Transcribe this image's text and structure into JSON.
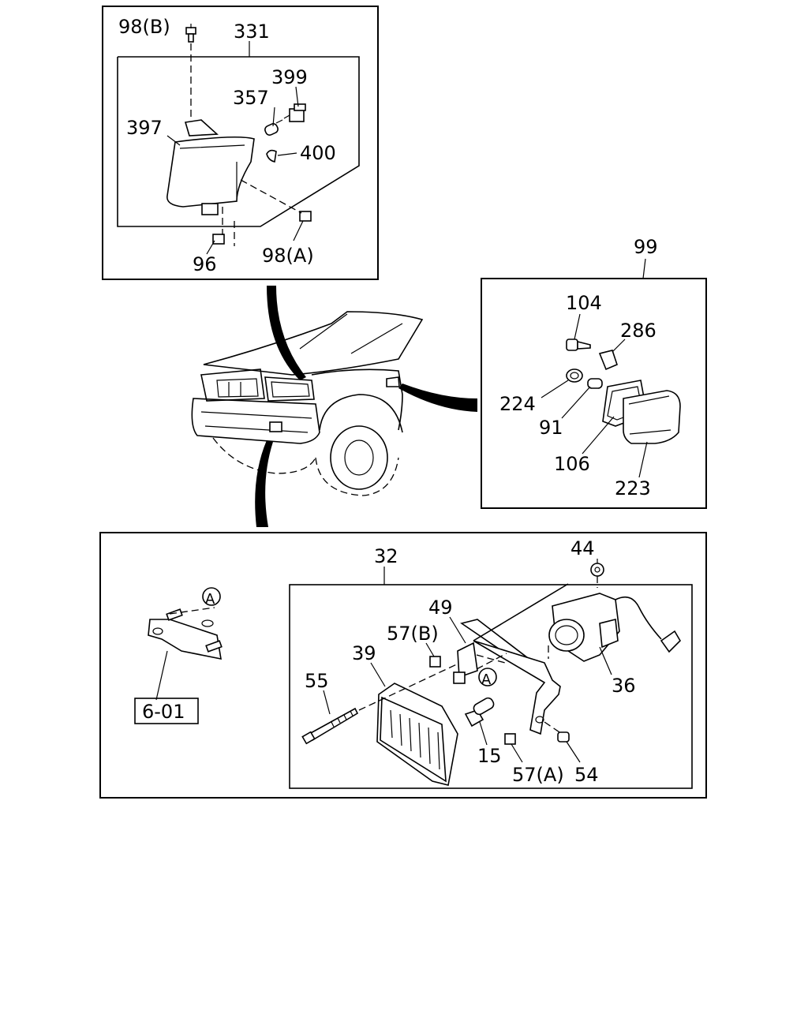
{
  "callouts": {
    "c98b": "98(B)",
    "c331": "331",
    "c399": "399",
    "c357": "357",
    "c397": "397",
    "c400": "400",
    "c96": "96",
    "c98a": "98(A)",
    "c99": "99",
    "c104": "104",
    "c286": "286",
    "c224": "224",
    "c91": "91",
    "c106": "106",
    "c223": "223",
    "c32": "32",
    "c44": "44",
    "c49": "49",
    "c57b": "57(B)",
    "c39": "39",
    "c55": "55",
    "c36": "36",
    "c15": "15",
    "c57a": "57(A)",
    "c54": "54",
    "circle_a1": "A",
    "circle_a2": "A",
    "ref_box": "6-01"
  }
}
